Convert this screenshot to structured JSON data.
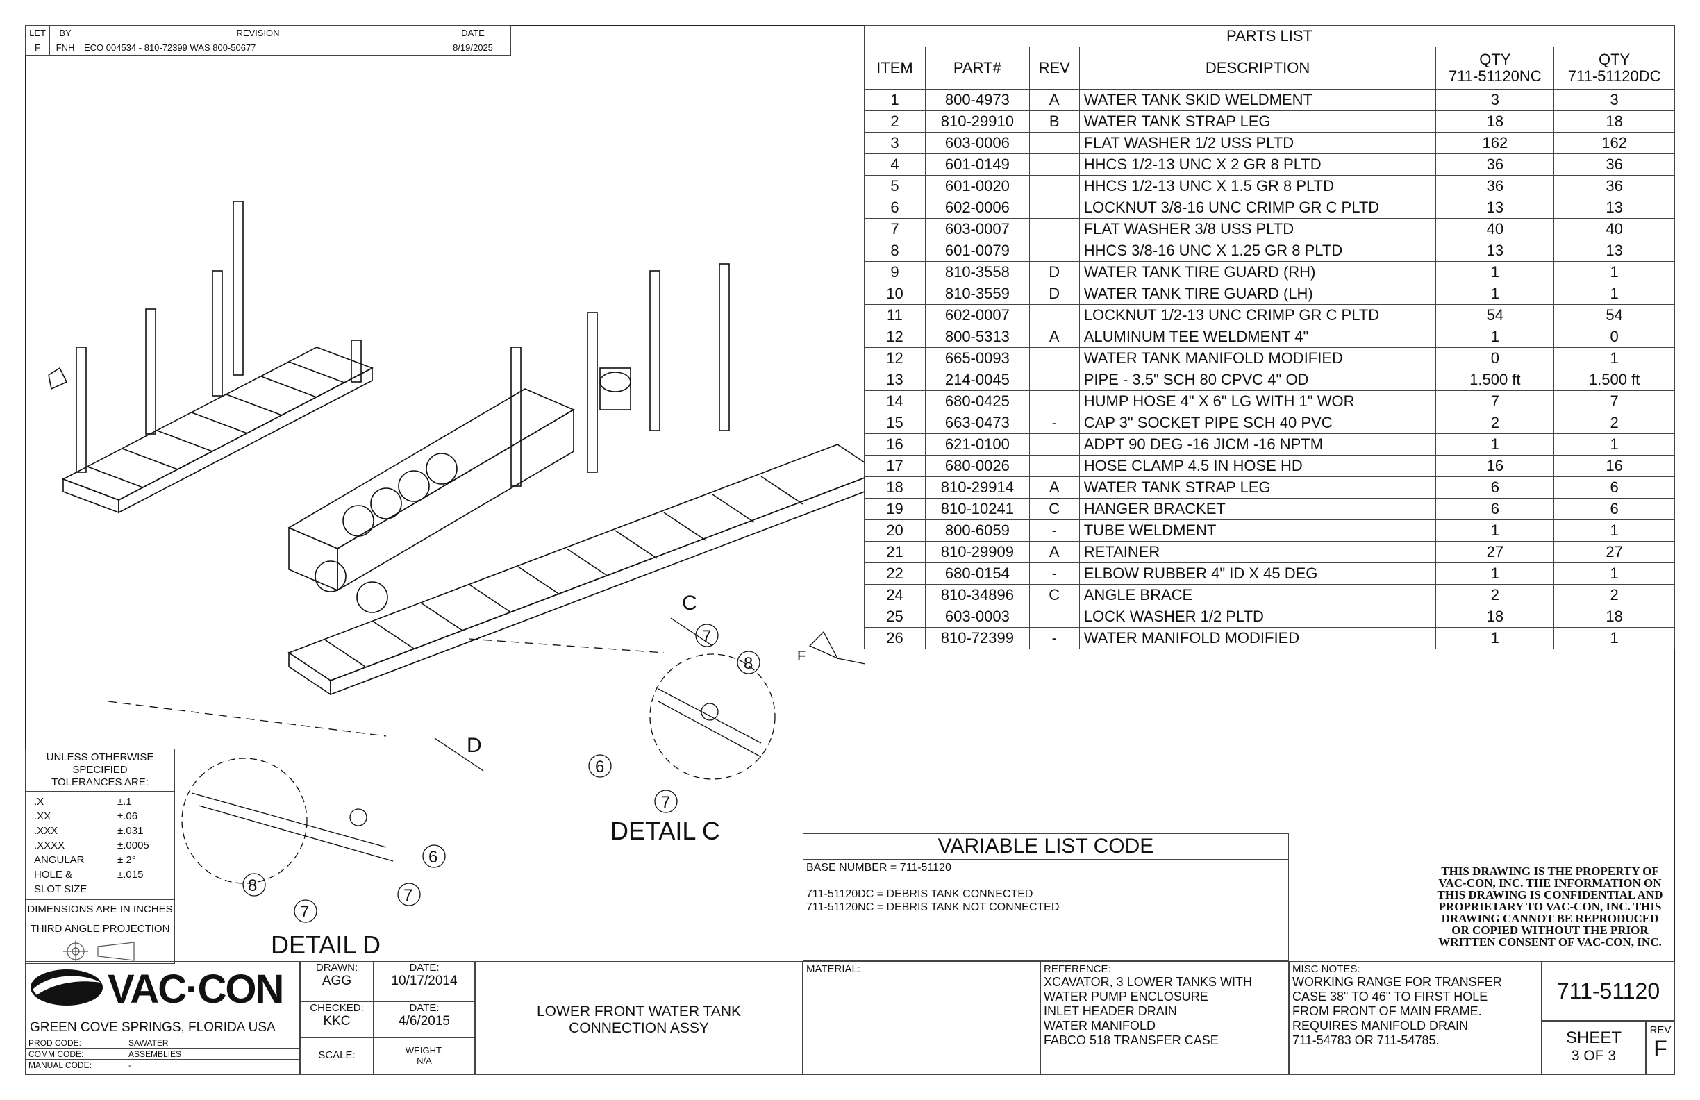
{
  "revision_block": {
    "headers": [
      "LET",
      "BY",
      "REVISION",
      "DATE"
    ],
    "rows": [
      [
        "F",
        "FNH",
        "ECO 004534 - 810-72399 WAS 800-50677",
        "8/19/2025"
      ]
    ]
  },
  "parts_list": {
    "title": "PARTS LIST",
    "headers": [
      "ITEM",
      "PART#",
      "REV",
      "DESCRIPTION",
      "QTY\n711-51120NC",
      "QTY\n711-51120DC"
    ],
    "rows": [
      [
        "1",
        "800-4973",
        "A",
        "WATER TANK SKID WELDMENT",
        "3",
        "3"
      ],
      [
        "2",
        "810-29910",
        "B",
        "WATER TANK STRAP LEG",
        "18",
        "18"
      ],
      [
        "3",
        "603-0006",
        "",
        "FLAT WASHER 1/2 USS PLTD",
        "162",
        "162"
      ],
      [
        "4",
        "601-0149",
        "",
        "HHCS 1/2-13 UNC X 2 GR 8 PLTD",
        "36",
        "36"
      ],
      [
        "5",
        "601-0020",
        "",
        "HHCS 1/2-13 UNC X 1.5 GR 8 PLTD",
        "36",
        "36"
      ],
      [
        "6",
        "602-0006",
        "",
        "LOCKNUT 3/8-16 UNC CRIMP GR C PLTD",
        "13",
        "13"
      ],
      [
        "7",
        "603-0007",
        "",
        "FLAT WASHER 3/8 USS PLTD",
        "40",
        "40"
      ],
      [
        "8",
        "601-0079",
        "",
        "HHCS 3/8-16 UNC X 1.25 GR 8 PLTD",
        "13",
        "13"
      ],
      [
        "9",
        "810-3558",
        "D",
        "WATER TANK TIRE GUARD (RH)",
        "1",
        "1"
      ],
      [
        "10",
        "810-3559",
        "D",
        "WATER TANK TIRE GUARD (LH)",
        "1",
        "1"
      ],
      [
        "11",
        "602-0007",
        "",
        "LOCKNUT 1/2-13 UNC CRIMP GR C PLTD",
        "54",
        "54"
      ],
      [
        "12",
        "800-5313",
        "A",
        "ALUMINUM TEE WELDMENT 4\"",
        "1",
        "0"
      ],
      [
        "12",
        "665-0093",
        "",
        "WATER TANK MANIFOLD MODIFIED",
        "0",
        "1"
      ],
      [
        "13",
        "214-0045",
        "",
        "PIPE - 3.5\" SCH 80 CPVC 4\" OD",
        "1.500 ft",
        "1.500 ft"
      ],
      [
        "14",
        "680-0425",
        "",
        "HUMP HOSE 4\" X 6\" LG WITH 1\" WOR",
        "7",
        "7"
      ],
      [
        "15",
        "663-0473",
        "-",
        "CAP 3\" SOCKET PIPE SCH 40 PVC",
        "2",
        "2"
      ],
      [
        "16",
        "621-0100",
        "",
        "ADPT 90 DEG -16 JICM -16 NPTM",
        "1",
        "1"
      ],
      [
        "17",
        "680-0026",
        "",
        "HOSE CLAMP 4.5 IN HOSE HD",
        "16",
        "16"
      ],
      [
        "18",
        "810-29914",
        "A",
        "WATER TANK STRAP LEG",
        "6",
        "6"
      ],
      [
        "19",
        "810-10241",
        "C",
        "HANGER BRACKET",
        "6",
        "6"
      ],
      [
        "20",
        "800-6059",
        "-",
        "TUBE WELDMENT",
        "1",
        "1"
      ],
      [
        "21",
        "810-29909",
        "A",
        "RETAINER",
        "27",
        "27"
      ],
      [
        "22",
        "680-0154",
        "-",
        "ELBOW RUBBER 4\" ID X 45 DEG",
        "1",
        "1"
      ],
      [
        "24",
        "810-34896",
        "C",
        "ANGLE BRACE",
        "2",
        "2"
      ],
      [
        "25",
        "603-0003",
        "",
        "LOCK WASHER 1/2 PLTD",
        "18",
        "18"
      ],
      [
        "26",
        "810-72399",
        "-",
        "WATER MANIFOLD MODIFIED",
        "1",
        "1"
      ]
    ]
  },
  "tolerances": {
    "heading": "UNLESS OTHERWISE SPECIFIED\nTOLERANCES ARE:",
    "rows": [
      [
        ".X",
        "±.1"
      ],
      [
        ".XX",
        "±.06"
      ],
      [
        ".XXX",
        "±.031"
      ],
      [
        ".XXXX",
        "±.0005"
      ],
      [
        "ANGULAR",
        "± 2°"
      ],
      [
        "HOLE &",
        "±.015"
      ],
      [
        "SLOT SIZE",
        ""
      ]
    ],
    "dimensions_note": "DIMENSIONS ARE IN INCHES",
    "projection_note": "THIRD ANGLE PROJECTION"
  },
  "drawing": {
    "detail_c_label": "DETAIL  C",
    "detail_d_label": "DETAIL  D",
    "callout_c": "C",
    "callout_d": "D",
    "callout_f": "F",
    "balloon_6": "6",
    "balloon_7": "7",
    "balloon_8": "8"
  },
  "variable_list": {
    "title": "VARIABLE LIST CODE",
    "lines": [
      "BASE NUMBER = 711-51120",
      "",
      "711-51120DC = DEBRIS TANK CONNECTED",
      "711-51120NC = DEBRIS TANK NOT CONNECTED"
    ]
  },
  "proprietary_notice": "THIS DRAWING IS THE PROPERTY OF\nVAC-CON, INC.  THE INFORMATION ON\nTHIS DRAWING IS CONFIDENTIAL AND\nPROPRIETARY TO VAC-CON, INC.  THIS\nDRAWING CANNOT BE REPRODUCED\nOR COPIED WITHOUT THE PRIOR\nWRITTEN CONSENT OF VAC-CON, INC.",
  "title_block": {
    "company": "VAC·CON",
    "location": "GREEN COVE SPRINGS, FLORIDA USA",
    "prod_code_label": "PROD CODE:",
    "prod_code": "SAWATER",
    "comm_code_label": "COMM CODE:",
    "comm_code": "ASSEMBLIES",
    "manual_code_label": "MANUAL CODE:",
    "manual_code": "-",
    "drawn_label": "DRAWN:",
    "drawn": "AGG",
    "drawn_date_label": "DATE:",
    "drawn_date": "10/17/2014",
    "checked_label": "CHECKED:",
    "checked": "KKC",
    "checked_date_label": "DATE:",
    "checked_date": "4/6/2015",
    "scale_label": "SCALE:",
    "weight_label": "WEIGHT:",
    "weight": "N/A",
    "title": "LOWER FRONT WATER TANK\nCONNECTION ASSY",
    "material_label": "MATERIAL:",
    "reference_label": "REFERENCE:",
    "reference": "XCAVATOR, 3 LOWER TANKS WITH\nWATER PUMP ENCLOSURE\nINLET HEADER DRAIN\nWATER MANIFOLD\nFABCO 518 TRANSFER CASE",
    "misc_label": "MISC NOTES:",
    "misc": "WORKING RANGE FOR TRANSFER\nCASE 38\" TO 46\" TO FIRST HOLE\nFROM FRONT OF MAIN FRAME.\nREQUIRES MANIFOLD DRAIN\n711-54783 OR 711-54785.",
    "drawing_number": "711-51120",
    "sheet_label": "SHEET",
    "sheet": "3  OF 3",
    "rev_label": "REV",
    "rev": "F"
  }
}
